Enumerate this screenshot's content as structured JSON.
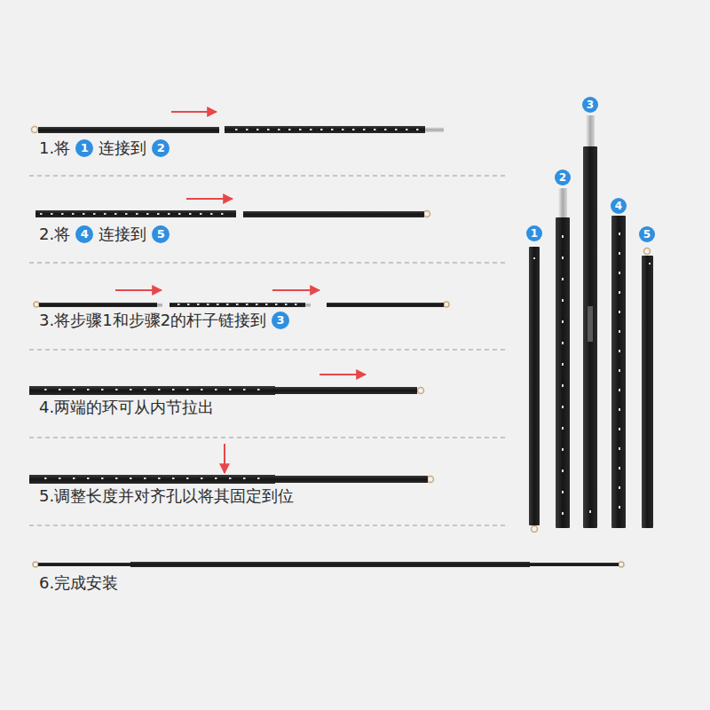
{
  "diagram": {
    "labels": [
      "1.将",
      "1",
      "连接到",
      "2",
      "2.将",
      "4",
      "连接到",
      "5",
      "3.将步骤1和步骤2的杆子链接到",
      "3",
      "4.两端的环可从内节拉出",
      "5.调整长度并对齐孔以将其固定到位",
      "6.完成安装",
      "1",
      "2",
      "3",
      "4",
      "5"
    ]
  }
}
